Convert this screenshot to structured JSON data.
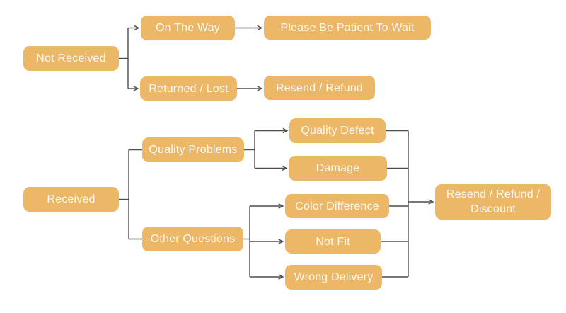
{
  "colors": {
    "background": "#ffffff",
    "box_fill": "#ecb766",
    "box_text": "#fcfaf3",
    "line": "#4d4d4d"
  },
  "nodes": {
    "not_received": {
      "label": "Not Received"
    },
    "on_the_way": {
      "label": "On The Way"
    },
    "please_be_patient": {
      "label": "Please Be Patient To Wait"
    },
    "returned_lost": {
      "label": "Returned / Lost"
    },
    "resend_refund": {
      "label": "Resend / Refund"
    },
    "received": {
      "label": "Received"
    },
    "quality_problems": {
      "label": "Quality Problems"
    },
    "other_questions": {
      "label": "Other Questions"
    },
    "quality_defect": {
      "label": "Quality Defect"
    },
    "damage": {
      "label": "Damage"
    },
    "color_difference": {
      "label": "Color Difference"
    },
    "not_fit": {
      "label": "Not Fit"
    },
    "wrong_delivery": {
      "label": "Wrong Delivery"
    },
    "resend_refund_discount": {
      "label": "Resend / Refund / Discount"
    }
  },
  "edges": [
    {
      "from": "Not Received",
      "to": "On The Way",
      "arrow": true
    },
    {
      "from": "Not Received",
      "to": "Returned / Lost",
      "arrow": true
    },
    {
      "from": "On The Way",
      "to": "Please Be Patient To Wait",
      "arrow": true
    },
    {
      "from": "Returned / Lost",
      "to": "Resend / Refund",
      "arrow": true
    },
    {
      "from": "Received",
      "to": "Quality Problems",
      "arrow": false
    },
    {
      "from": "Received",
      "to": "Other Questions",
      "arrow": false
    },
    {
      "from": "Quality Problems",
      "to": "Quality Defect",
      "arrow": true
    },
    {
      "from": "Quality Problems",
      "to": "Damage",
      "arrow": true
    },
    {
      "from": "Other Questions",
      "to": "Color Difference",
      "arrow": true
    },
    {
      "from": "Other Questions",
      "to": "Not Fit",
      "arrow": true
    },
    {
      "from": "Other Questions",
      "to": "Wrong Delivery",
      "arrow": true
    },
    {
      "from": "Quality Defect",
      "to": "Resend / Refund / Discount",
      "arrow": true
    },
    {
      "from": "Damage",
      "to": "Resend / Refund / Discount",
      "arrow": true
    },
    {
      "from": "Color Difference",
      "to": "Resend / Refund / Discount",
      "arrow": true
    },
    {
      "from": "Not Fit",
      "to": "Resend / Refund / Discount",
      "arrow": true
    },
    {
      "from": "Wrong Delivery",
      "to": "Resend / Refund / Discount",
      "arrow": true
    }
  ]
}
